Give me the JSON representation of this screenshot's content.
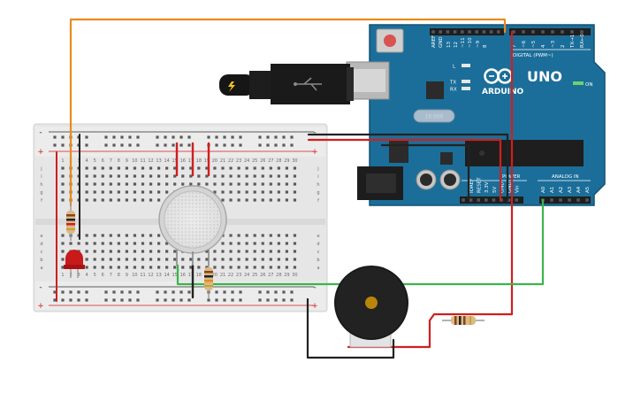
{
  "arduino": {
    "model": "UNO",
    "brand": "ARDUINO",
    "digital_header": "DIGITAL (PWM~)",
    "analog_header": "ANALOG IN",
    "power_header": "POWER",
    "on_label": "ON",
    "led_labels": [
      "L",
      "TX",
      "RX"
    ],
    "digital_pins": [
      "AREF",
      "GND",
      "13",
      "12",
      "~11",
      "~10",
      "~9",
      "8",
      "7",
      "~6",
      "~5",
      "4",
      "~3",
      "2",
      "TX→1",
      "RX←0"
    ],
    "power_pins": [
      "IOREF",
      "RESET",
      "3.3V",
      "5V",
      "GND",
      "GND",
      "Vin"
    ],
    "analog_pins": [
      "A0",
      "A1",
      "A2",
      "A3",
      "A4",
      "A5"
    ]
  },
  "breadboard": {
    "rail_symbols": {
      "minus": "-",
      "plus": "+"
    },
    "row_letters_top": [
      "f",
      "g",
      "h",
      "i",
      "j"
    ],
    "row_letters_bottom": [
      "a",
      "b",
      "c",
      "d",
      "e"
    ],
    "column_numbers": [
      "1",
      "2",
      "3",
      "4",
      "5",
      "6",
      "7",
      "8",
      "9",
      "10",
      "11",
      "12",
      "13",
      "14",
      "15",
      "16",
      "17",
      "18",
      "19",
      "20",
      "21",
      "22",
      "23",
      "24",
      "25",
      "26",
      "27",
      "28",
      "29",
      "30"
    ]
  },
  "colors": {
    "board_blue": "#1b6e99",
    "wire_orange": "#e98b1d",
    "wire_red": "#d11e1e",
    "wire_black": "#222222",
    "wire_green": "#3cb44b",
    "breadboard": "#e6e6e6",
    "led_red": "#c81a1a"
  },
  "icons": [
    "usb-cable-icon",
    "gas-sensor-icon",
    "buzzer-icon",
    "led-icon",
    "resistor-icon"
  ]
}
